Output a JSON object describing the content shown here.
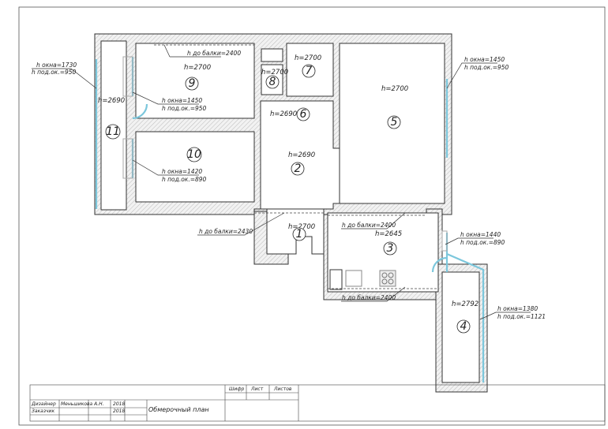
{
  "rooms": [
    {
      "num": "1",
      "height": "h=2700"
    },
    {
      "num": "2",
      "height": "h=2690"
    },
    {
      "num": "3",
      "height": "h=2645"
    },
    {
      "num": "4",
      "height": "h=2792"
    },
    {
      "num": "5",
      "height": "h=2700"
    },
    {
      "num": "6",
      "height": "h=2690"
    },
    {
      "num": "7",
      "height": "h=2700"
    },
    {
      "num": "8",
      "height": "h=2700"
    },
    {
      "num": "9",
      "height": "h=2700"
    },
    {
      "num": "10",
      "height": ""
    },
    {
      "num": "11",
      "height": "h=2690"
    }
  ],
  "annotations": {
    "win11_h": "h окна=1730",
    "win11_sill": "h под.ок.=950",
    "win9_h": "h окна=1450",
    "win9_sill": "h под.ок.=950",
    "win10_h": "h окна=1420",
    "win10_sill": "h под.ок.=890",
    "win5_h": "h окна=1450",
    "win5_sill": "h под.ок.=950",
    "win3_h": "h окна=1440",
    "win3_sill": "h под.ок.=890",
    "win4_h": "h окна=1380",
    "win4_sill": "h под.ок.=1121",
    "beam9": "h до балки=2400",
    "beam1": "h до балки=2430",
    "beam3_top": "h до балки=2400",
    "beam3_bottom": "h до балки=2400"
  },
  "title_block": {
    "cipher": "Шифр",
    "sheet": "Лист",
    "sheets": "Листов",
    "designer_role": "Дизайнер",
    "designer_name": "Меньшикова А.Н.",
    "designer_year": "2018",
    "client_role": "Заказчик",
    "client_year": "2018",
    "drawing_title": "Обмерочный план"
  }
}
